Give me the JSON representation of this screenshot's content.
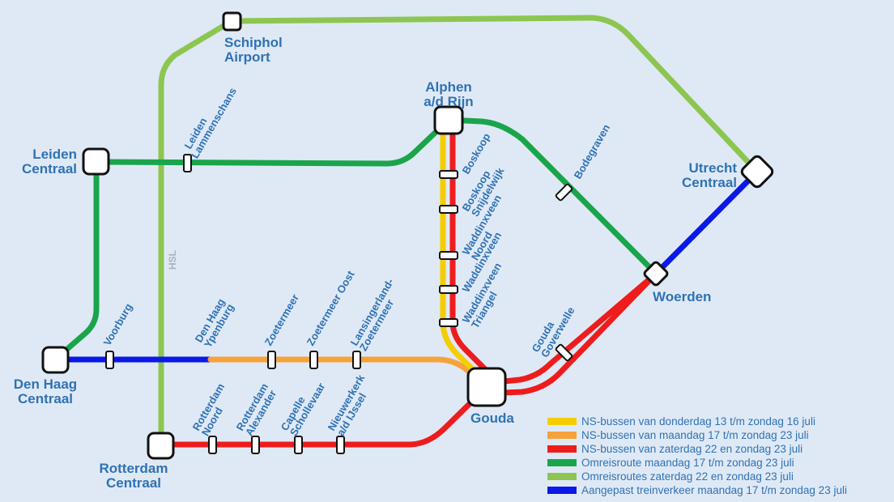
{
  "colors": {
    "background": "#dfe9f5",
    "yellow": "#f5cd00",
    "orange": "#f5a23c",
    "red": "#ee1c1c",
    "green": "#1aa54b",
    "lightgreen": "#8cc651",
    "blue": "#0a18e8",
    "label": "#2f72b5"
  },
  "stations": {
    "schiphol": [
      "Schiphol",
      "Airport"
    ],
    "alphen": [
      "Alphen",
      "a/d Rijn"
    ],
    "leiden": [
      "Leiden",
      "Centraal"
    ],
    "utrecht": [
      "Utrecht",
      "Centraal"
    ],
    "woerden": "Woerden",
    "denhaag": [
      "Den Haag",
      "Centraal"
    ],
    "gouda": "Gouda",
    "rotterdam": [
      "Rotterdam",
      "Centraal"
    ],
    "leiden_lammenschans": [
      "Leiden",
      "Lammenschans"
    ],
    "boskoop": "Boskoop",
    "boskoop_snijdelwijk": [
      "Boskoop",
      "Snijdelwijk"
    ],
    "waddinxveen_noord": [
      "Waddinxveen",
      "Noord"
    ],
    "waddinxveen": "Waddinxveen",
    "waddinxveen_triangel": [
      "Waddinxveen",
      "Triangel"
    ],
    "bodegraven": "Bodegraven",
    "gouda_goverwelle": [
      "Gouda",
      "Goverwelle"
    ],
    "voorburg": "Voorburg",
    "denhaag_ypenburg": [
      "Den Haag",
      "Ypenburg"
    ],
    "zoetermeer": "Zoetermeer",
    "zoetermeer_oost": "Zoetermeer Oost",
    "lansingerland": [
      "Lansingerland-",
      "Zoetermeer"
    ],
    "rotterdam_noord": [
      "Rotterdam",
      "Noord"
    ],
    "rotterdam_alexander": [
      "Rotterdam",
      "Alexander"
    ],
    "capelle": [
      "Capelle",
      "Schollevaar"
    ],
    "nieuwerkerk": [
      "Nieuwerkerk",
      "a/d IJssel"
    ]
  },
  "hsl_label": "HSL",
  "legend": [
    {
      "color": "#f5cd00",
      "text": "NS-bussen van donderdag 13 t/m zondag 16 juli"
    },
    {
      "color": "#f5a23c",
      "text": "NS-bussen van maandag 17 t/m zondag 23 juli"
    },
    {
      "color": "#ee1c1c",
      "text": "NS-bussen van zaterdag 22 en zondag 23 juli"
    },
    {
      "color": "#1aa54b",
      "text": "Omreisroute maandag 17 t/m zondag 23 juli"
    },
    {
      "color": "#8cc651",
      "text": "Omreisroutes zaterdag 22 en zondag 23 juli"
    },
    {
      "color": "#0a18e8",
      "text": "Aangepast treinverkeer maandag 17 t/m zondag 23 juli"
    }
  ]
}
